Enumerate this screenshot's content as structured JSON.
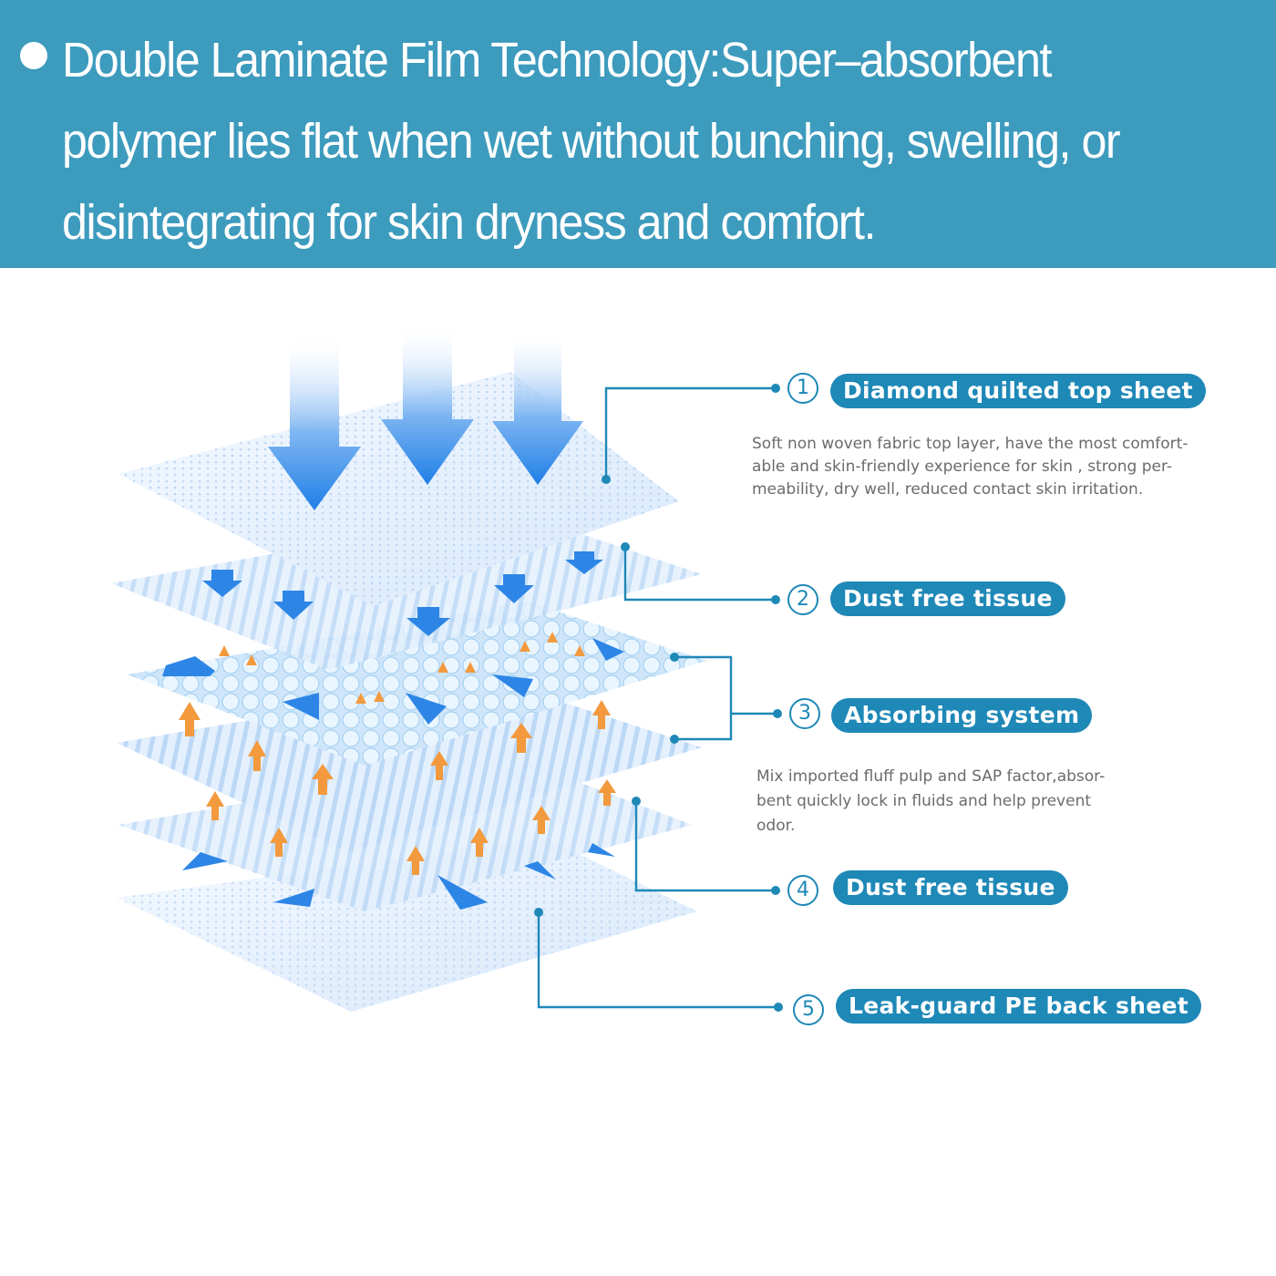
{
  "banner": {
    "text": "Double Laminate Film Technology:Super–absorbent polymer lies flat when wet without bunching, swelling, or disintegrating for skin dryness and comfort."
  },
  "colors": {
    "banner_bg": "#3d9bbd",
    "banner_text": "#ffffff",
    "label_pill": "#1e88b7",
    "leader_line": "#1e88b7",
    "arrow_blue": "#2d86e6",
    "arrow_orange": "#f39a3e",
    "layer_fill": "#dcecfb",
    "description_text": "#6b6b6b"
  },
  "layers": [
    {
      "number": "1",
      "label": "Diamond quilted top sheet",
      "description": "Soft non woven fabric top layer, have the most comfort-\nable and skin-friendly experience for skin , strong per-\nmeability, dry well, reduced contact skin irritation."
    },
    {
      "number": "2",
      "label": "Dust free tissue",
      "description": ""
    },
    {
      "number": "3",
      "label": "Absorbing system",
      "description": "Mix imported fluff pulp and SAP factor,absor-\nbent quickly lock in fluids and help prevent\nodor."
    },
    {
      "number": "4",
      "label": "Dust free tissue",
      "description": ""
    },
    {
      "number": "5",
      "label": "Leak-guard PE back sheet",
      "description": ""
    }
  ]
}
